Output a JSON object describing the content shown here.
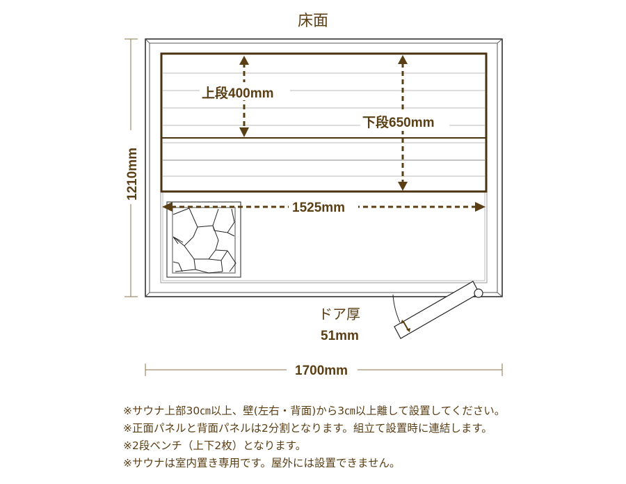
{
  "title": "床面",
  "dimensions": {
    "upper_bench": "上段400mm",
    "lower_bench": "下段650mm",
    "bench_width": "1525mm",
    "depth": "1210mm",
    "width": "1700mm",
    "door_label": "ドア厚",
    "door_thickness": "51mm"
  },
  "notes": [
    "※サウナ上部30㎝以上、壁(左右・背面)から3㎝以上離して設置してください。",
    "※正面パネルと背面パネルは2分割となります。組立て設置時に連結します。",
    "※2段ベンチ（上下2枚）となります。",
    "※サウナは室内置き専用です。屋外には設置できません。"
  ],
  "colors": {
    "accent": "#5a3e14",
    "line": "#333333",
    "plank": "#b8b8b8"
  }
}
